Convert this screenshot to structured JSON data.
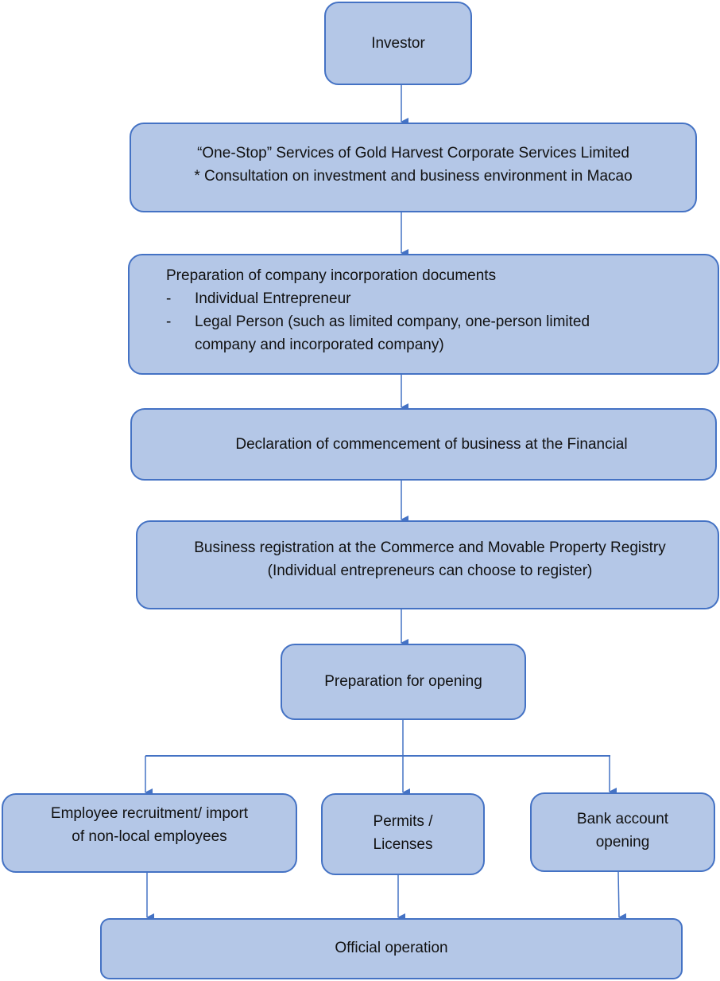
{
  "diagram": {
    "theme": {
      "box_fill": "#b4c7e7",
      "box_border": "#4472c4",
      "connector": "#4472c4"
    },
    "nodes": {
      "investor": {
        "lines": [
          "Investor"
        ]
      },
      "one_stop": {
        "lines": [
          "“One-Stop” Services of Gold Harvest Corporate Services Limited",
          "* Consultation on investment and business environment in Macao"
        ]
      },
      "incorporation": {
        "title": "Preparation of company incorporation documents",
        "items": [
          {
            "marker": "-",
            "lines": [
              "Individual Entrepreneur"
            ]
          },
          {
            "marker": "-",
            "lines": [
              "Legal Person (such as limited company, one-person limited",
              "company and incorporated company)"
            ]
          }
        ]
      },
      "declaration": {
        "lines": [
          "Declaration of commencement of business at the Financial"
        ]
      },
      "business_registration": {
        "lines": [
          "Business registration at the Commerce and Movable Property Registry",
          "(Individual entrepreneurs can choose to register)"
        ]
      },
      "preparation_opening": {
        "lines": [
          "Preparation for opening"
        ]
      },
      "employee": {
        "lines": [
          "Employee recruitment/ import",
          "of non-local employees"
        ]
      },
      "permits": {
        "lines": [
          "Permits /",
          "Licenses"
        ]
      },
      "bank": {
        "lines": [
          "Bank account",
          "opening"
        ]
      },
      "official": {
        "lines": [
          "Official operation"
        ]
      }
    },
    "edges": [
      {
        "from": "investor",
        "to": "one_stop"
      },
      {
        "from": "one_stop",
        "to": "incorporation"
      },
      {
        "from": "incorporation",
        "to": "declaration"
      },
      {
        "from": "declaration",
        "to": "business_registration"
      },
      {
        "from": "business_registration",
        "to": "preparation_opening"
      },
      {
        "from": "preparation_opening",
        "to": "employee"
      },
      {
        "from": "preparation_opening",
        "to": "permits"
      },
      {
        "from": "preparation_opening",
        "to": "bank"
      },
      {
        "from": "employee",
        "to": "official"
      },
      {
        "from": "permits",
        "to": "official"
      },
      {
        "from": "bank",
        "to": "official"
      }
    ]
  }
}
